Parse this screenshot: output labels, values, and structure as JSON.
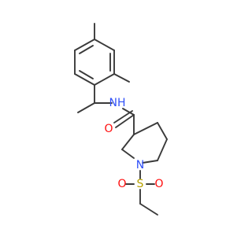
{
  "molecule": {
    "atoms": {
      "nitrogen_amide": {
        "symbol": "N",
        "sub": "H",
        "color": "#3050f8"
      },
      "oxygen_carbonyl": {
        "symbol": "O",
        "color": "#ff0d0d"
      },
      "nitrogen_ring": {
        "symbol": "N",
        "color": "#3050f8"
      },
      "sulfur": {
        "symbol": "S",
        "color": "#b8a200"
      },
      "oxygen_sulfonyl_left": {
        "symbol": "O",
        "color": "#ff0d0d"
      },
      "oxygen_sulfonyl_right": {
        "symbol": "O",
        "color": "#ff0d0d"
      }
    },
    "bond_color": "#3a3a3a"
  }
}
